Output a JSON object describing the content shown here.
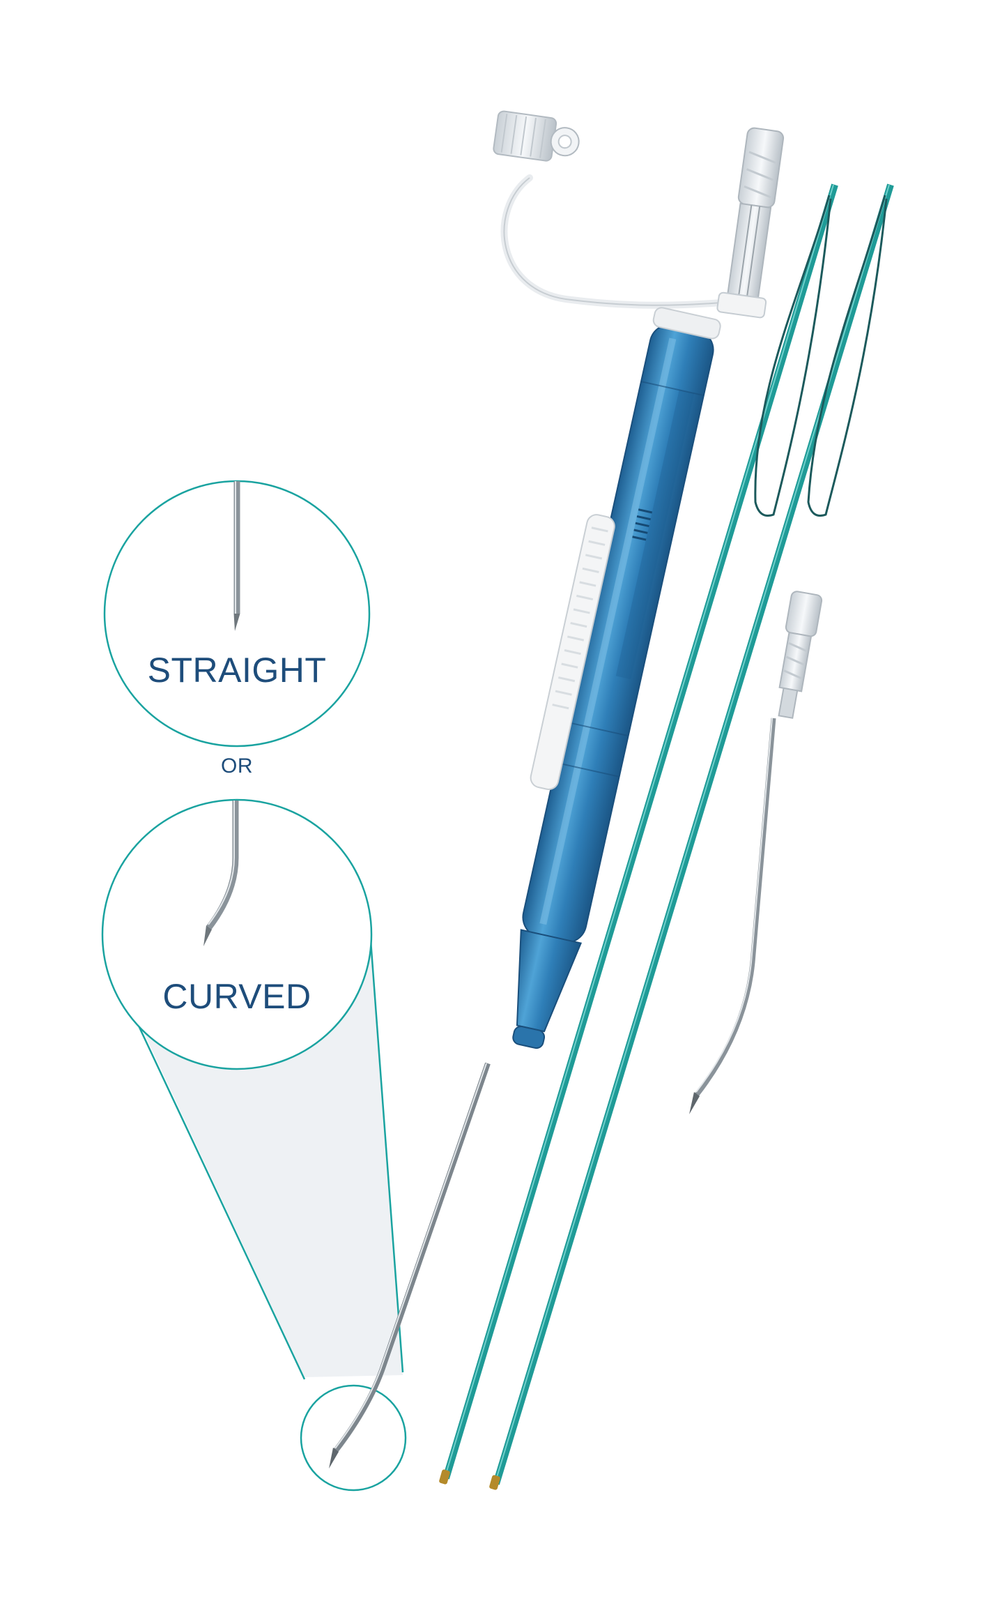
{
  "labels": {
    "straight": "STRAIGHT",
    "or": "OR",
    "curved": "CURVED"
  },
  "colors": {
    "accent_teal": "#1aa3a0",
    "label_navy": "#1e4d7b",
    "device_blue": "#2f7fb8",
    "suture_teal": "#1f9b97",
    "magnifier_fill": "#eef1f4",
    "needle_steel": "#9aa3aa"
  },
  "icons": {
    "device": "suture-passer-device-icon",
    "needle": "curved-needle-icon",
    "suture": "suture-loop-icon"
  }
}
